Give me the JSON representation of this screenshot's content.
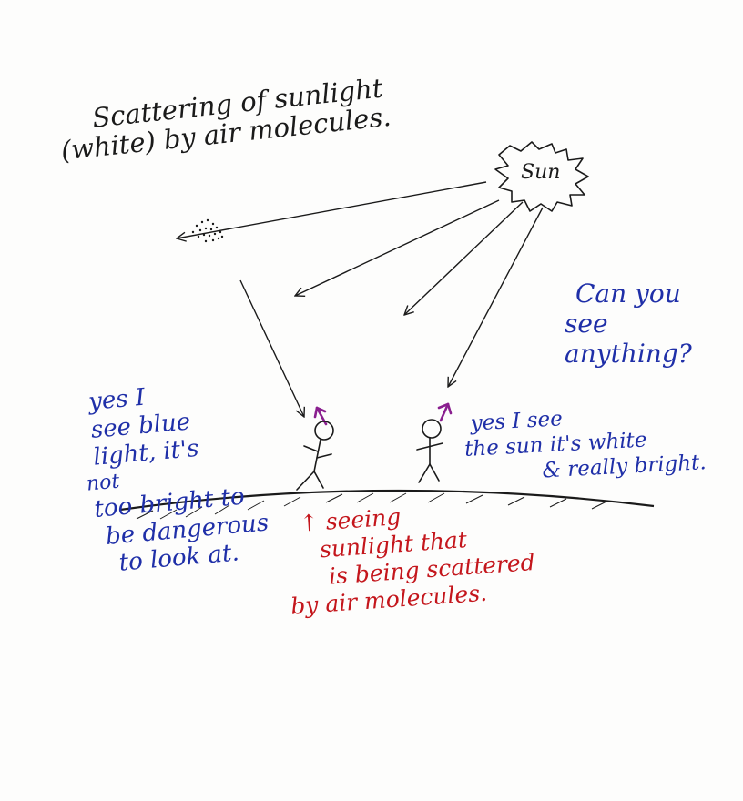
{
  "title": [
    "Scattering of sunlight",
    "(white) by air molecules."
  ],
  "sun_label": "Sun",
  "question": [
    "Can you",
    "see",
    "anything?"
  ],
  "left_person_reply": [
    "yes I",
    "see blue",
    "light, it's",
    "not",
    "too bright to",
    "be dangerous",
    "to look at."
  ],
  "right_person_reply": [
    "yes I see",
    "the sun it's white",
    "& really bright."
  ],
  "annotation": [
    "↑ seeing",
    "sunlight that",
    "is being scattered",
    "by air molecules."
  ],
  "colors": {
    "ink_black": "#1a1a1a",
    "ink_blue": "#1f2fa8",
    "ink_red": "#c4161c",
    "ink_purple": "#8a1f8f"
  }
}
